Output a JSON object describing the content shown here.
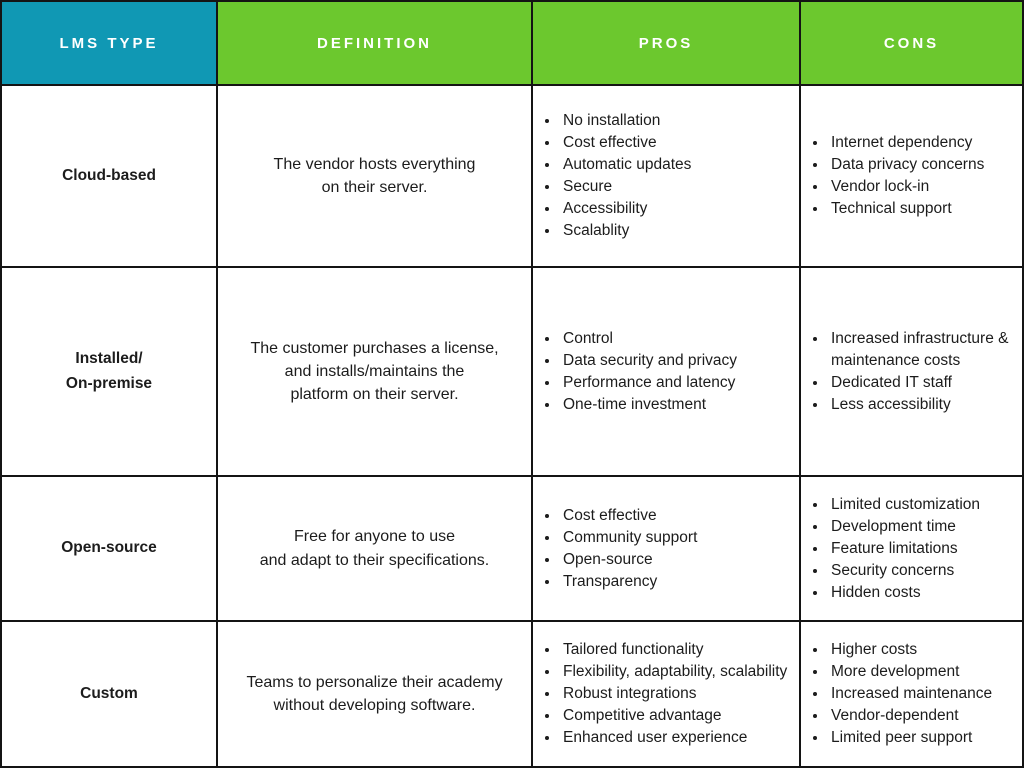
{
  "colors": {
    "header_teal": "#1098b4",
    "header_green": "#6cc82e",
    "grid_line": "#141414",
    "header_text": "#ffffff",
    "body_text": "#1c1c1c"
  },
  "chart_data": {
    "type": "table",
    "columns": [
      "LMS TYPE",
      "DEFINITION",
      "PROS",
      "CONS"
    ],
    "rows": [
      {
        "type": "Cloud-based",
        "definition": "The vendor hosts everything\non their server.",
        "pros": [
          "No installation",
          "Cost effective",
          "Automatic updates",
          "Secure",
          "Accessibility",
          "Scalablity"
        ],
        "cons": [
          "Internet dependency",
          "Data privacy concerns",
          "Vendor lock-in",
          "Technical support"
        ]
      },
      {
        "type": "Installed/\nOn-premise",
        "definition": "The customer purchases a license,\nand installs/maintains the\nplatform on their server.",
        "pros": [
          "Control",
          "Data security and privacy",
          "Performance and latency",
          "One-time investment"
        ],
        "cons": [
          "Increased infrastructure & maintenance costs",
          "Dedicated IT staff",
          "Less accessibility"
        ]
      },
      {
        "type": "Open-source",
        "definition": "Free for anyone to use\nand adapt to their specifications.",
        "pros": [
          "Cost effective",
          "Community support",
          "Open-source",
          "Transparency"
        ],
        "cons": [
          "Limited customization",
          "Development time",
          "Feature limitations",
          "Security concerns",
          "Hidden costs"
        ]
      },
      {
        "type": "Custom",
        "definition": "Teams to personalize their academy\nwithout developing software.",
        "pros": [
          "Tailored functionality",
          "Flexibility, adaptability, scalability",
          "Robust integrations",
          "Competitive advantage",
          "Enhanced user experience"
        ],
        "cons": [
          "Higher costs",
          "More development",
          "Increased maintenance",
          "Vendor-dependent",
          "Limited peer support"
        ]
      }
    ]
  }
}
